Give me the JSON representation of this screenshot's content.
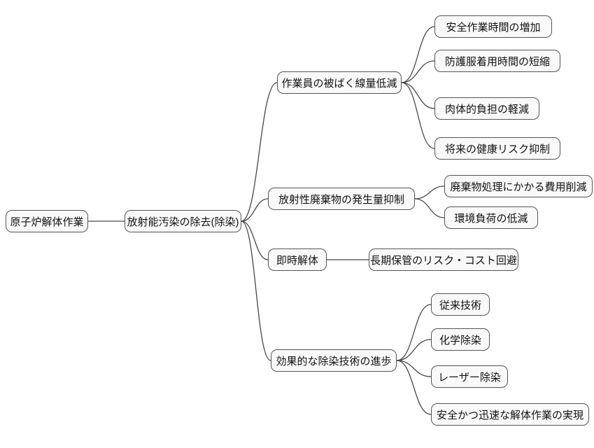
{
  "diagram": {
    "type": "mindmap",
    "colors": {
      "node_bg": "#f9f9f9",
      "node_border": "#555555",
      "edge": "#474747",
      "text": "#111111",
      "background": "#ffffff"
    },
    "root": {
      "label": "原子炉解体作業"
    },
    "hub": {
      "label": "放射能汚染の除去(除染)"
    },
    "branches": [
      {
        "label": "作業員の被ばく線量低減",
        "children": [
          {
            "label": "安全作業時間の増加"
          },
          {
            "label": "防護服着用時間の短縮"
          },
          {
            "label": "肉体的負担の軽減"
          },
          {
            "label": "将来の健康リスク抑制"
          }
        ]
      },
      {
        "label": "放射性廃棄物の発生量抑制",
        "children": [
          {
            "label": "廃棄物処理にかかる費用削減"
          },
          {
            "label": "環境負荷の低減"
          }
        ]
      },
      {
        "label": "即時解体",
        "children": [
          {
            "label": "長期保管のリスク・コスト回避"
          }
        ]
      },
      {
        "label": "効果的な除染技術の進歩",
        "children": [
          {
            "label": "従来技術"
          },
          {
            "label": "化学除染"
          },
          {
            "label": "レーザー除染"
          },
          {
            "label": "安全かつ迅速な解体作業の実現"
          }
        ]
      }
    ]
  }
}
